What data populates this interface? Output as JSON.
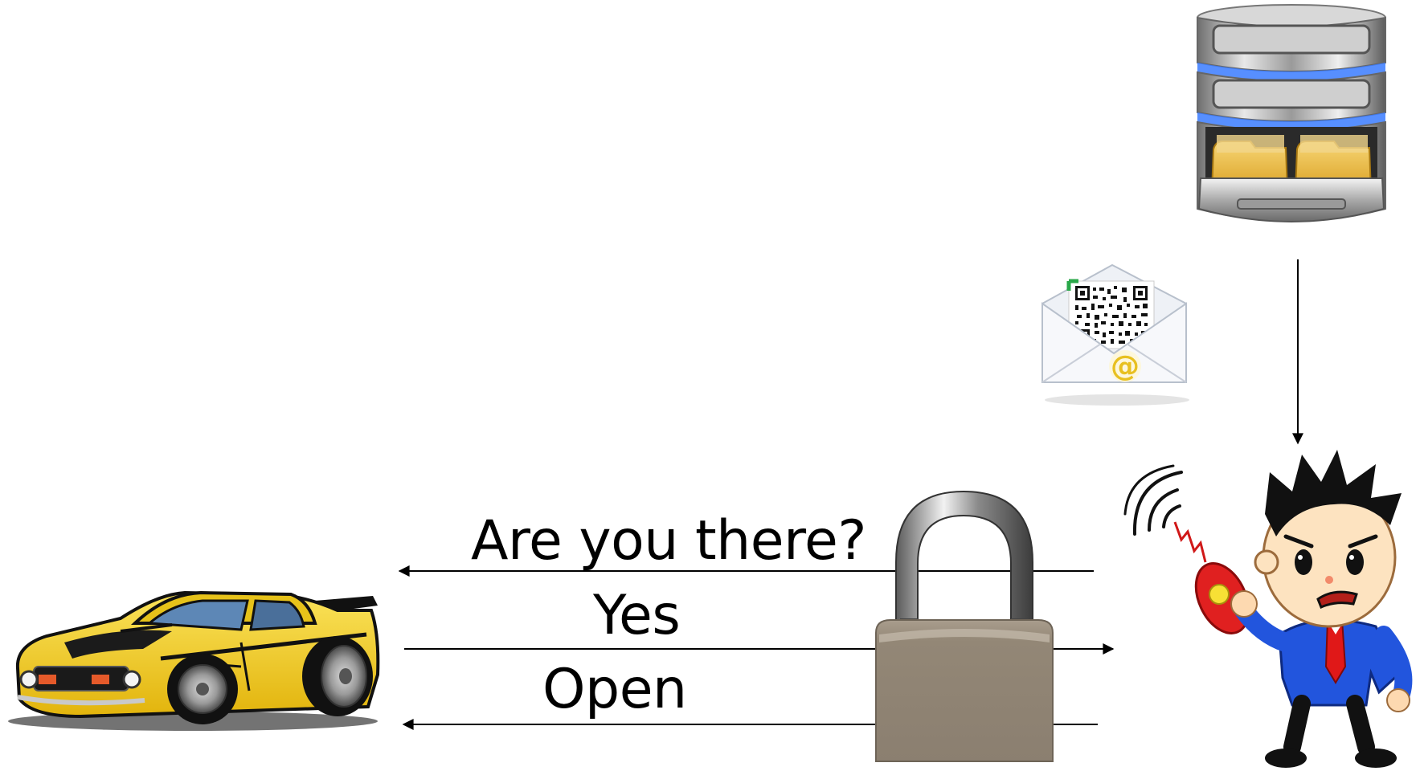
{
  "messages": [
    {
      "text": "Are you there?",
      "direction": "to-car"
    },
    {
      "text": "Yes",
      "direction": "to-user"
    },
    {
      "text": "Open",
      "direction": "to-car"
    }
  ],
  "icons": {
    "server": "database-server-icon",
    "envelope": "qr-code-envelope-icon",
    "envelope_symbol": "@",
    "lock": "padlock-icon",
    "user": "person-with-key-fob-icon",
    "car": "sports-car-icon"
  },
  "colors": {
    "car_body": "#f2cf1a",
    "key_fob": "#e02020",
    "shirt": "#2255dd",
    "tie": "#e01818",
    "padlock_body": "#978b7c",
    "server_accent": "#3a7bff",
    "folder": "#e6b333",
    "envelope_at": "#e8c020",
    "qr_corner": "#2aa84a"
  }
}
